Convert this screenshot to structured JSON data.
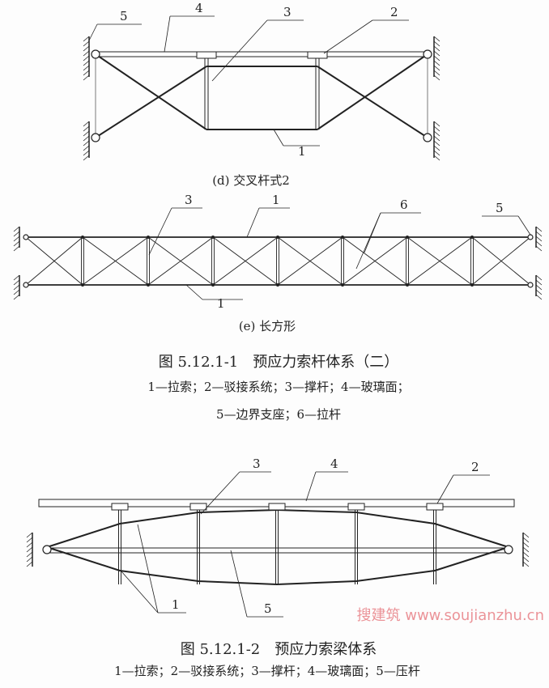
{
  "figure_d": {
    "caption": "(d) 交叉杆式2",
    "labels": [
      "5",
      "4",
      "3",
      "2",
      "1"
    ]
  },
  "figure_e": {
    "caption": "(e) 长方形",
    "labels": [
      "3",
      "1",
      "6",
      "5",
      "1"
    ]
  },
  "figure1": {
    "title": "图 5.12.1-1　预应力索杆体系（二）",
    "legend_line1": "1—拉索；2—驳接系统；3—撑杆；4—玻璃面；",
    "legend_line2": "5—边界支座；6—拉杆"
  },
  "figure2": {
    "labels": [
      "3",
      "4",
      "2",
      "1",
      "5"
    ],
    "title": "图 5.12.1-2　预应力索梁体系",
    "legend": "1—拉索；2—驳接系统；3—撑杆；4—玻璃面；5—压杆"
  },
  "watermark": "搜建筑 www.soujianzhu.cn"
}
